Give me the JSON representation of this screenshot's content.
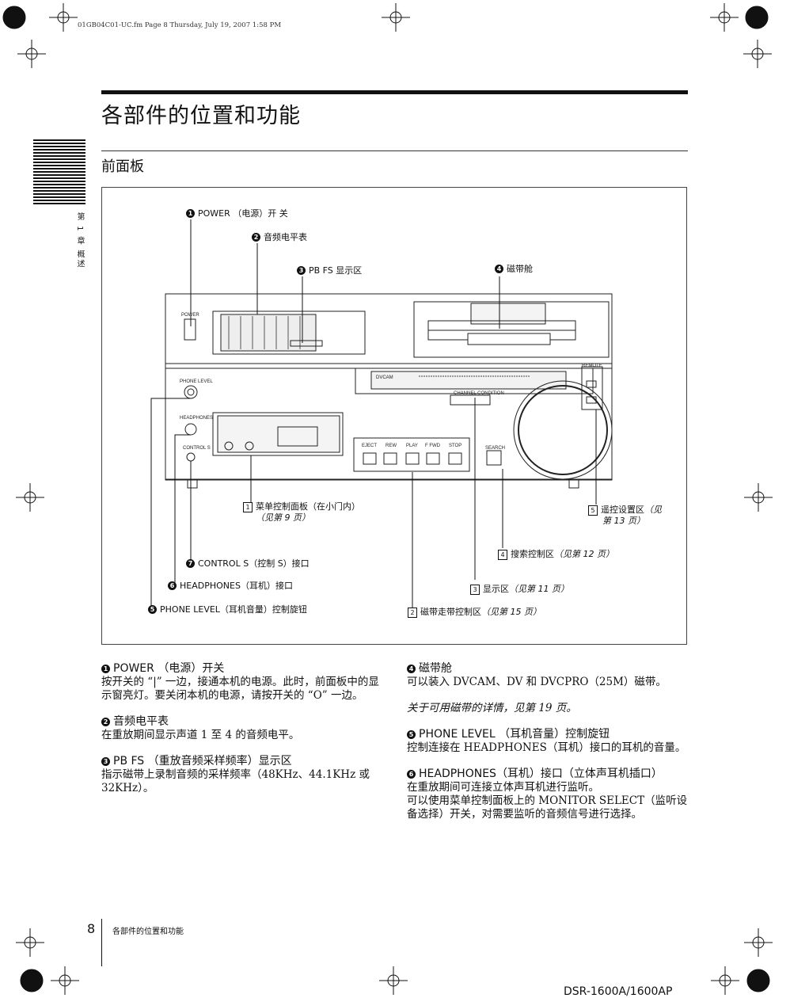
{
  "header": {
    "file_line": "01GB04C01-UC.fm  Page 8  Thursday, July 19, 2007  1:58 PM"
  },
  "page": {
    "title": "各部件的位置和功能",
    "section": "前面板",
    "side_tab": "第 1 章 概述"
  },
  "figure": {
    "callouts": {
      "c1": {
        "marker": "1",
        "text": "POWER （电源）开 关"
      },
      "c2": {
        "marker": "2",
        "text": "音频电平表"
      },
      "c3": {
        "marker": "3",
        "text": "PB FS 显示区"
      },
      "c4": {
        "marker": "4",
        "text": "磁带舱"
      },
      "a1": {
        "marker": "1",
        "text": "菜单控制面板（在小门内）",
        "ref": "（见第 9 页）"
      },
      "a5": {
        "marker": "5",
        "text": "遥控设置区",
        "ref": "（见",
        "ref2": "第 13 页）"
      },
      "a4": {
        "marker": "4",
        "text": "搜索控制区",
        "ref": "（见第 12 页）"
      },
      "c7": {
        "marker": "7",
        "text": "CONTROL S（控制 S）接口"
      },
      "c6": {
        "marker": "6",
        "text": "HEADPHONES（耳机）接口"
      },
      "a3": {
        "marker": "3",
        "text": "显示区",
        "ref": "（见第 11 页）"
      },
      "c5": {
        "marker": "5",
        "text": "PHONE LEVEL（耳机音量）控制旋钮"
      },
      "a2": {
        "marker": "2",
        "text": "磁带走带控制区",
        "ref": "（见第 15 页）"
      }
    },
    "device": {
      "power_label": "POWER",
      "phone_level_label": "PHONE LEVEL",
      "headphones_label": "HEADPHONES",
      "control_s_label": "CONTROL S",
      "search_label": "SEARCH",
      "remote_label": "REMOTE",
      "transport": [
        "EJECT",
        "REW",
        "PLAY",
        "F FWD",
        "STOP"
      ],
      "dvcam_label": "DVCAM",
      "channel_condition": "CHANNEL CONDITION"
    }
  },
  "body": {
    "left": [
      {
        "marker": "1",
        "heading": "POWER （电源）开关",
        "text": "按开关的 “|” 一边，接通本机的电源。此时，前面板中的显示窗亮灯。要关闭本机的电源，请按开关的 “O” 一边。"
      },
      {
        "marker": "2",
        "heading": "音频电平表",
        "text": "在重放期间显示声道 1 至 4 的音频电平。"
      },
      {
        "marker": "3",
        "heading": "PB FS （重放音频采样频率）显示区",
        "text": "指示磁带上录制音频的采样频率（48KHz、44.1KHz 或 32KHz）。"
      }
    ],
    "right": [
      {
        "marker": "4",
        "heading": "磁带舱",
        "text": "可以装入 DVCAM、DV 和 DVCPRO（25M）磁带。",
        "note": "关于可用磁带的详情，见第 19 页。"
      },
      {
        "marker": "5",
        "heading": "PHONE LEVEL （耳机音量）控制旋钮",
        "text": "控制连接在 HEADPHONES（耳机）接口的耳机的音量。"
      },
      {
        "marker": "6",
        "heading": "HEADPHONES（耳机）接口（立体声耳机插口）",
        "text": "在重放期间可连接立体声耳机进行监听。",
        "text2": "可以使用菜单控制面板上的 MONITOR SELECT（监听设备选择）开关，对需要监听的音频信号进行选择。"
      }
    ]
  },
  "footer": {
    "page_number": "8",
    "title": "各部件的位置和功能",
    "model": "DSR-1600A/1600AP"
  }
}
